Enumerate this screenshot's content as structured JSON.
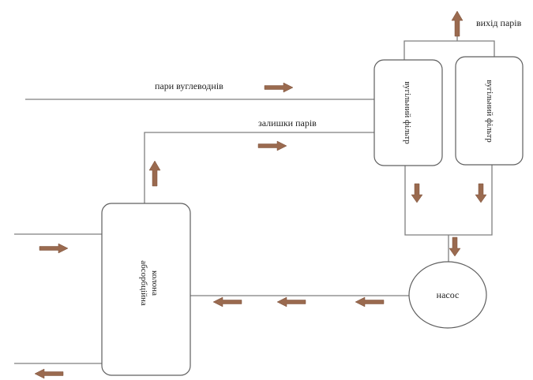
{
  "labels": {
    "hydrocarbon_vapors": "пари вуглеводнів",
    "vapor_residues": "залишки парів",
    "vapor_outlet": "вихід парів",
    "pump": "насос",
    "coal_filter": "вугільний фільтр",
    "absorption_column_line1": "абсорбційна",
    "absorption_column_line2": "колона"
  },
  "colors": {
    "arrow": "#9a6a4f",
    "line": "#7f7f7f",
    "box_border": "#5f5f5f"
  },
  "icons": [
    "arrow-right-icon",
    "arrow-left-icon",
    "arrow-up-icon",
    "arrow-down-icon"
  ]
}
